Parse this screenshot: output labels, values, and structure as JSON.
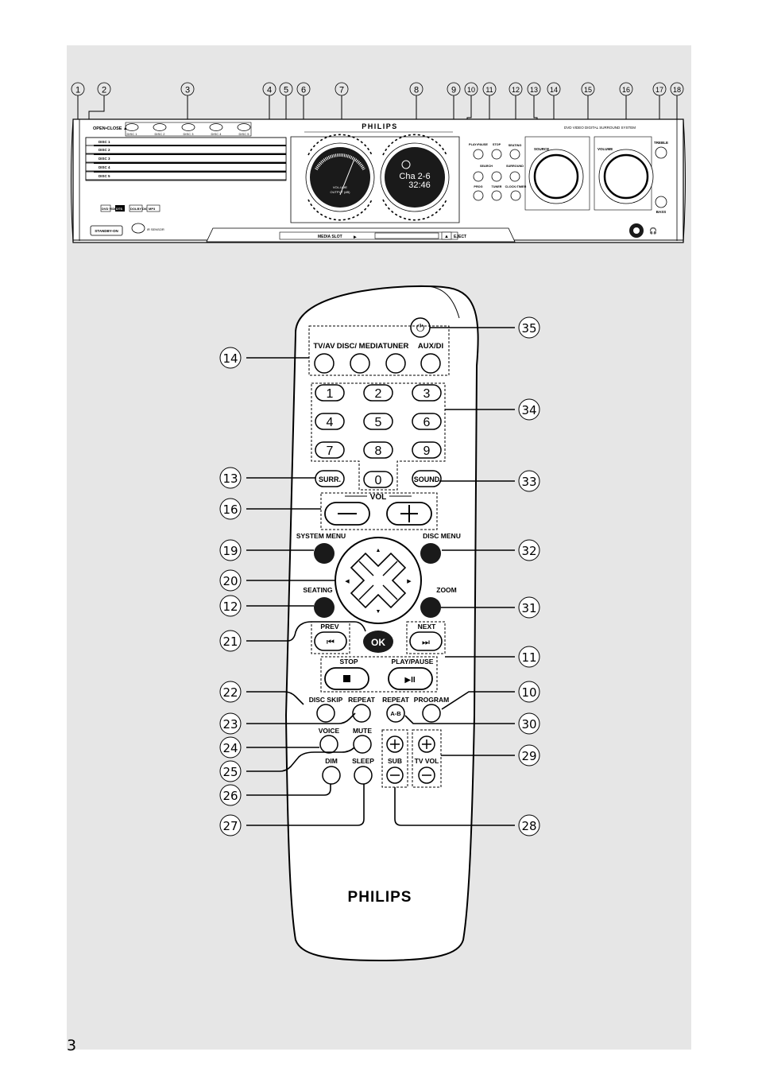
{
  "page": {
    "number": "3"
  },
  "unit": {
    "brand": "PHILIPS",
    "tagline": "DVD VIDEO DIGITAL SURROUND SYSTEM",
    "open_close": "OPEN•CLOSE ▲",
    "disc_buttons": [
      "DISC 1",
      "DISC 2",
      "DISC 3",
      "DISC 4",
      "DISC 5"
    ],
    "disc_trays": [
      "DISC 1",
      "DISC 2",
      "DISC 3",
      "DISC 4",
      "DISC 5"
    ],
    "standby": "STANDBY-ON",
    "ir_sensor": "iR SENSOR",
    "media_slot": "MEDIA SLOT",
    "eject": "EJECT",
    "vu_label_top": "VOL-UME",
    "vu_label_bottom": "OUTPUT (dB)",
    "display_line1": "Cha 2-6",
    "display_line2": "32:46",
    "play_pause": "PLAY•PAUSE",
    "stop": "STOP",
    "seating": "SEATING",
    "search": "SEARCH",
    "surround": "SURROUND",
    "prog": "PROG",
    "tuner": "TUNER",
    "clock_timer": "CLOCK•TIMER",
    "source": "SOURCE",
    "volume": "VOLUME",
    "treble": "TREBLE",
    "bass": "BASS",
    "callouts": [
      "1",
      "2",
      "3",
      "4",
      "5",
      "6",
      "7",
      "8",
      "9",
      "10",
      "11",
      "12",
      "13",
      "14",
      "15",
      "16",
      "17",
      "18"
    ],
    "logos": [
      "DVD VIDEO",
      "DTS",
      "DOLBY DIGITAL",
      "MP3"
    ]
  },
  "remote": {
    "brand": "PHILIPS",
    "source_labels": {
      "tv_av": "TV/AV",
      "disc_media": "DISC/ MEDIA",
      "tuner": "TUNER",
      "aux_di": "AUX/DI"
    },
    "digits": [
      "1",
      "2",
      "3",
      "4",
      "5",
      "6",
      "7",
      "8",
      "9",
      "0"
    ],
    "surr": "SURR.",
    "sound": "SOUND",
    "vol": "VOL",
    "vol_minus": "—",
    "vol_plus": "+",
    "system_menu": "SYSTEM MENU",
    "disc_menu": "DISC MENU",
    "seating": "SEATING",
    "zoom": "ZOOM",
    "ok": "OK",
    "prev": "PREV",
    "next": "NEXT",
    "stop": "STOP",
    "play_pause": "PLAY/PAUSE",
    "disc_skip": "DISC SKIP",
    "repeat": "REPEAT",
    "repeat_ab_label": "REPEAT",
    "repeat_ab_key": "A-B",
    "program": "PROGRAM",
    "voice": "VOICE",
    "mute": "MUTE",
    "dim": "DIM",
    "sleep": "SLEEP",
    "sub": "SUB",
    "tv_vol": "TV VOL",
    "callouts_left": [
      "14",
      "13",
      "16",
      "19",
      "20",
      "12",
      "21",
      "22",
      "23",
      "24",
      "25",
      "26",
      "27"
    ],
    "callouts_right": [
      "35",
      "34",
      "33",
      "32",
      "31",
      "11",
      "10",
      "30",
      "29",
      "28"
    ]
  },
  "colors": {
    "panel": "#e6e6e6",
    "dark": "#1a1a1a",
    "button_fill": "#ffffff"
  }
}
